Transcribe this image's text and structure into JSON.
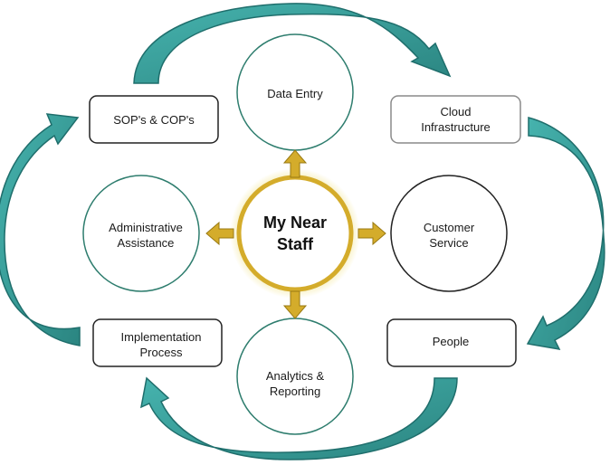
{
  "diagram": {
    "center": {
      "label": "My Near\nStaff"
    },
    "circles": {
      "top": "Data Entry",
      "left": "Administrative\nAssistance",
      "right": "Customer\nService",
      "bottom": "Analytics &\nReporting"
    },
    "boxes": {
      "top_left": "SOP's & COP's",
      "top_right": "Cloud\nInfrastructure",
      "bottom_left": "Implementation\nProcess",
      "bottom_right": "People"
    },
    "colors": {
      "teal_fill": "#3fa9a5",
      "teal_dark": "#1f6e6c",
      "circle_stroke": "#2e7d6e",
      "gold": "#d4ac2b",
      "gold_dark": "#9a7a12",
      "glow": "#f3e79a",
      "box_stroke": "#222222"
    }
  }
}
